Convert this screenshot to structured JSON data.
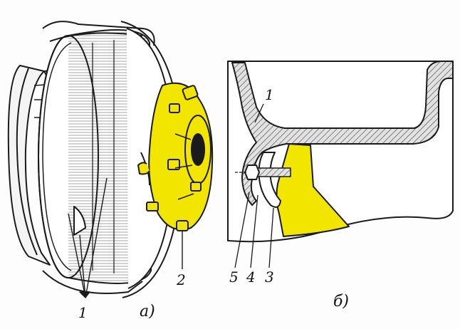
{
  "colors": {
    "background": "#fdfdfd",
    "hub_highlight": "#f2e600",
    "line": "#1a1a1a",
    "rim_fill": "#d9d9d9"
  },
  "figure_a": {
    "caption": "а)",
    "labels": {
      "rim": "1",
      "hub": "2"
    }
  },
  "figure_b": {
    "caption": "б)",
    "labels": {
      "rim": "1",
      "clamp": "3",
      "nut": "4",
      "stud": "5"
    }
  }
}
